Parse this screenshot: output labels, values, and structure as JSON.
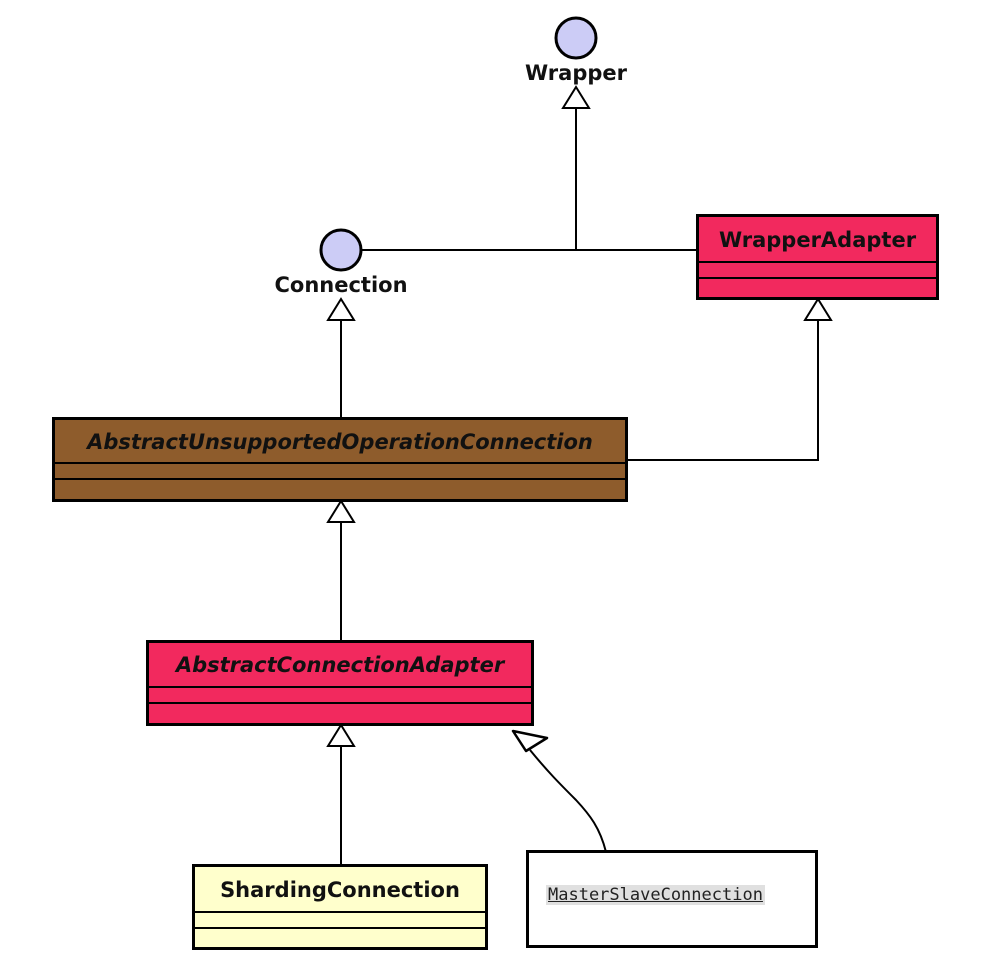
{
  "interfaces": {
    "wrapper": "Wrapper",
    "connection": "Connection"
  },
  "classes": {
    "wrapper_adapter": "WrapperAdapter",
    "abstract_unsupported": "AbstractUnsupportedOperationConnection",
    "abstract_connection_adapter": "AbstractConnectionAdapter",
    "sharding_connection": "ShardingConnection",
    "master_slave_connection": "MasterSlaveConnection"
  },
  "colors": {
    "interface_fill": "#ccccf6",
    "adapter_fill": "#f2295e",
    "abstract_fill": "#8e5c2c",
    "sharding_fill": "#ffffcc",
    "plain_fill": "#ffffff"
  }
}
